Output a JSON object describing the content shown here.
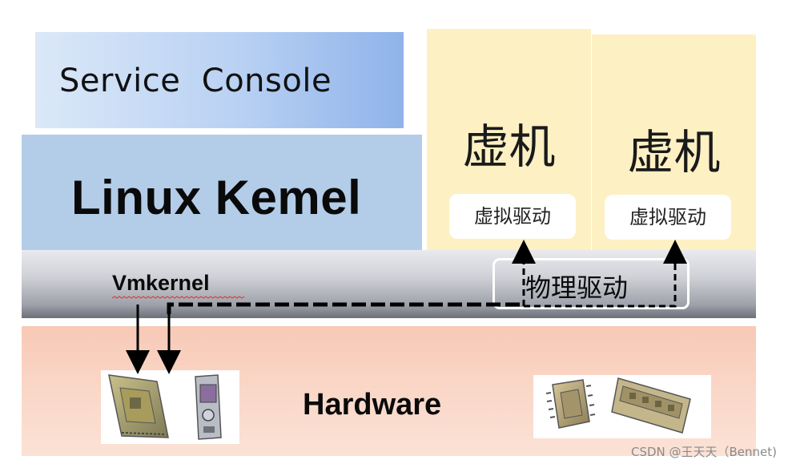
{
  "service_console": {
    "label": "Service  Console"
  },
  "linux_kernel": {
    "label": "Linux Kemel"
  },
  "vms": [
    {
      "title": "虚机",
      "driver_label": "虚拟驱动"
    },
    {
      "title": "虚机",
      "driver_label": "虚拟驱动"
    }
  ],
  "vmkernel": {
    "label": "Vmkernel",
    "physical_driver_label": "物理驱动"
  },
  "hardware": {
    "label": "Hardware"
  },
  "watermark": "CSDN @王天天（Bennet)",
  "colors": {
    "service_console_bg": "#b9d1f3",
    "linux_kernel_bg": "#b3cde8",
    "vm_bg": "#fdf0c3",
    "vmkernel_bg": "#9fa2aa",
    "hardware_bg": "#fad7c8"
  }
}
